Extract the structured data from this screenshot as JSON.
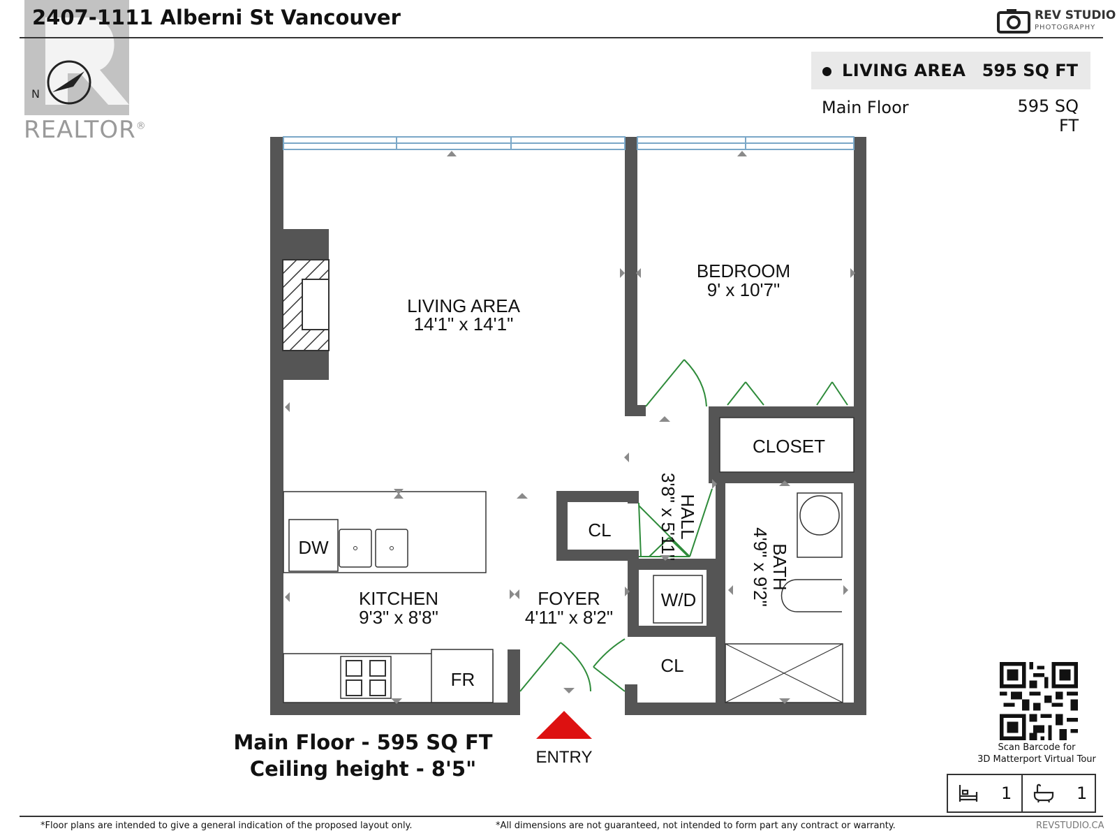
{
  "header": {
    "address": "2407-1111 Alberni St Vancouver",
    "realtor_logo_text": "REALTOR",
    "realtor_mark": "®",
    "studio_name": "REV STUDIO",
    "studio_sub": "PHOTOGRAPHY"
  },
  "area_summary": {
    "total_label": "LIVING AREA",
    "total_value": "595 SQ FT",
    "floor_label": "Main Floor",
    "floor_value": "595 SQ FT"
  },
  "rooms": {
    "living": {
      "name": "LIVING AREA",
      "size": "14'1\" x 14'1\""
    },
    "bedroom": {
      "name": "BEDROOM",
      "size": "9' x 10'7\""
    },
    "kitchen": {
      "name": "KITCHEN",
      "size": "9'3\" x 8'8\""
    },
    "foyer": {
      "name": "FOYER",
      "size": "4'11\" x 8'2\""
    },
    "hall": {
      "name": "HALL",
      "size": "3'8\" x 5'11\""
    },
    "bath": {
      "name": "BATH",
      "size": "4'9\" x 9'2\""
    },
    "closet": "CLOSET",
    "cl1": "CL",
    "cl2": "CL",
    "wd": "W/D",
    "dw": "DW",
    "fr": "FR",
    "entry": "ENTRY"
  },
  "caption": {
    "line1": "Main Floor - 595 SQ FT",
    "line2": "Ceiling height - 8'5\""
  },
  "tour": {
    "line1": "Scan Barcode for",
    "line2": "3D Matterport Virtual Tour"
  },
  "counts": {
    "beds": "1",
    "baths": "1"
  },
  "footer": {
    "left": "*Floor plans are intended to give a general indication of the proposed layout only.",
    "center": "*All dimensions are not guaranteed, not intended to form part any contract or warranty.",
    "right": "REVSTUDIO.CA"
  },
  "colors": {
    "wall": "#555555",
    "window": "#7aa7c7",
    "door": "#2e8b3a",
    "entry_arrow": "#dd1111"
  }
}
